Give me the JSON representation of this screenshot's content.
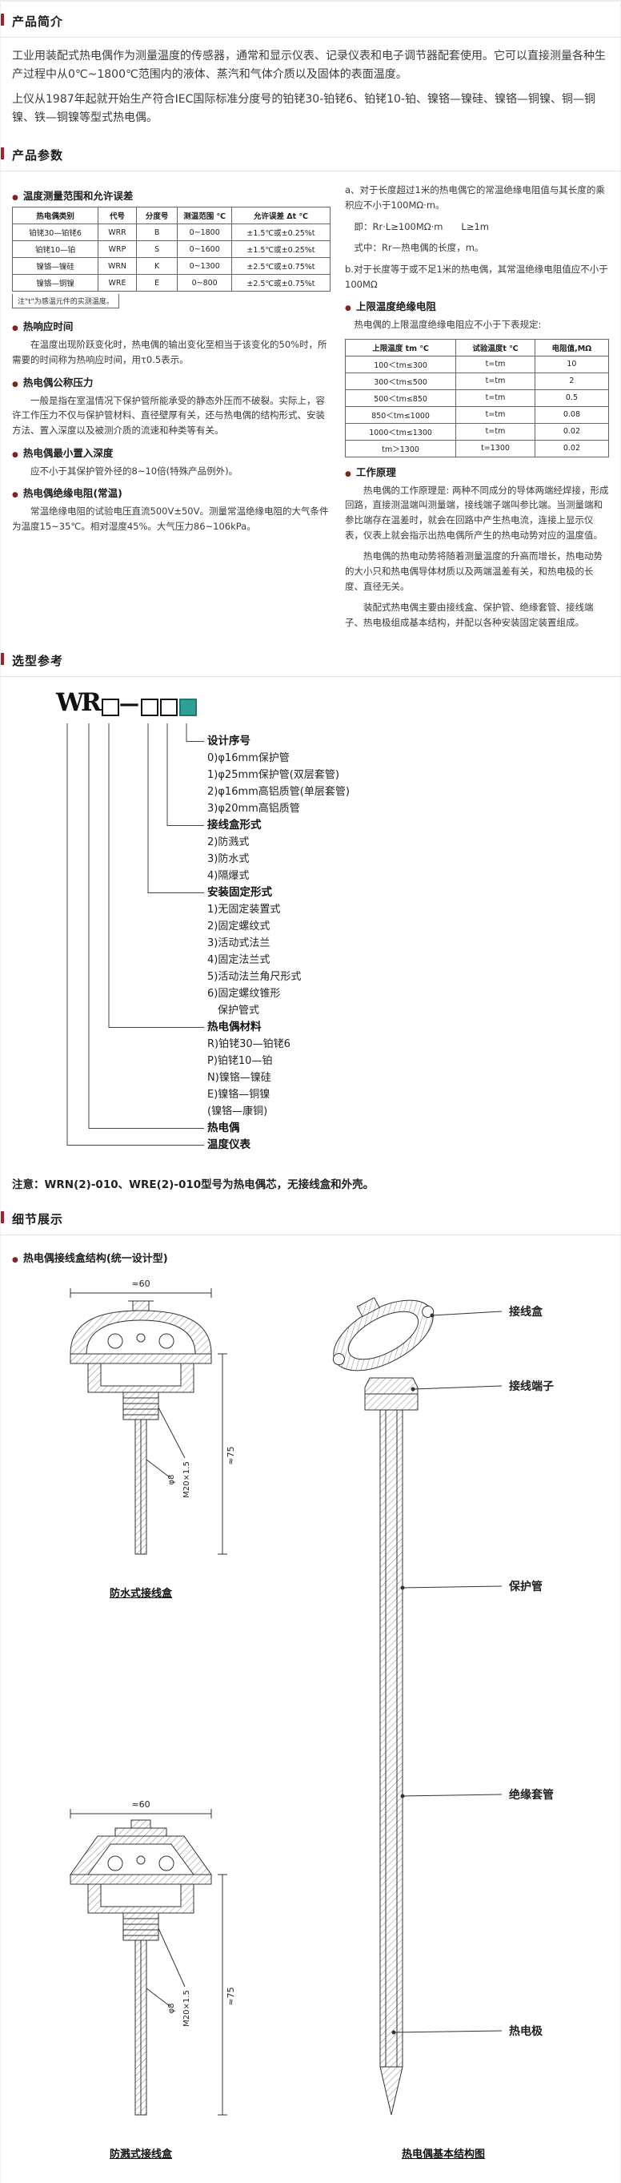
{
  "glyphs": {
    "bullet": "●"
  },
  "sections": {
    "intro": {
      "title": "产品简介",
      "p1": "工业用装配式热电偶作为测量温度的传感器，通常和显示仪表、记录仪表和电子调节器配套使用。它可以直接测量各种生产过程中从0℃~1800℃范围内的液体、蒸汽和气体介质以及固体的表面温度。",
      "p2": "上仪从1987年起就开始生产符合IEC国际标准分度号的铂铑30-铂铑6、铂铑10-铂、镍铬—镍硅、镍铬—铜镍、铜—铜镍、铁—铜镍等型式热电偶。"
    },
    "params": {
      "title": "产品参数",
      "left": {
        "h1": "温度测量范围和允许误差",
        "table1": {
          "headers": [
            "热电偶类别",
            "代号",
            "分度号",
            "测温范围 ℃",
            "允许误差 Δt ℃"
          ],
          "rows": [
            [
              "铂铑30—铂铑6",
              "WRR",
              "B",
              "0~1800",
              "±1.5℃或±0.25%t"
            ],
            [
              "铂铑10—铂",
              "WRP",
              "S",
              "0~1600",
              "±1.5℃或±0.25%t"
            ],
            [
              "镍铬—镍硅",
              "WRN",
              "K",
              "0~1300",
              "±2.5℃或±0.75%t"
            ],
            [
              "镍铬—铜镍",
              "WRE",
              "E",
              "0~800",
              "±2.5℃或±0.75%t"
            ]
          ],
          "note": "注\"t\"为感温元件的实测温度。"
        },
        "h2": "热响应时间",
        "p2": "在温度出现阶跃变化时，热电偶的输出变化至相当于该变化的50%时，所需要的时间称为热响应时间，用τ0.5表示。",
        "h3": "热电偶公称压力",
        "p3": "一般是指在室温情况下保护管所能承受的静态外压而不破裂。实际上，容许工作压力不仅与保护管材料、直径壁厚有关，还与热电偶的结构形式、安装方法、置入深度以及被测介质的流速和种类等有关。",
        "h4": "热电偶最小置入深度",
        "p4": "应不小于其保护管外径的8~10倍(特殊产品例外)。",
        "h5": "热电偶绝缘电阻(常温)",
        "p5": "常温绝缘电阻的试验电压直流500V±50V。测量常温绝缘电阻的大气条件为温度15~35℃。相对湿度45%。大气压力86~106kPa。"
      },
      "right": {
        "pa": "a、对于长度超过1米的热电偶它的常温绝缘电阻值与其长度的乘积应不小于100MΩ·m。",
        "f1": "即：Rr·L≥100MΩ·m　　L≥1m",
        "f2": "式中：Rr—热电偶的长度，m。",
        "pb": "b.对于长度等于或不足1米的热电偶，其常温绝缘电阻值应不小于100MΩ",
        "h1": "上限温度绝缘电阻",
        "p1": "热电偶的上限温度绝缘电阻应不小于下表规定:",
        "table2": {
          "headers": [
            "上限温度 tm ℃",
            "试验温度t ℃",
            "电阻值,MΩ"
          ],
          "rows": [
            [
              "100＜tm≤300",
              "t=tm",
              "10"
            ],
            [
              "300＜tm≤500",
              "t=tm",
              "2"
            ],
            [
              "500＜tm≤850",
              "t=tm",
              "0.5"
            ],
            [
              "850＜tm≤1000",
              "t=tm",
              "0.08"
            ],
            [
              "1000＜tm≤1300",
              "t=tm",
              "0.02"
            ],
            [
              "tm＞1300",
              "t=1300",
              "0.02"
            ]
          ]
        },
        "h2": "工作原理",
        "p2a": "热电偶的工作原理是: 两种不同成分的导体两端经焊接，形成回路，直接测温端叫测量端，接线端子端叫参比端。当测量端和参比端存在温差时，就会在回路中产生热电流，连接上显示仪表，仪表上就会指示出热电偶所产生的热电动势对应的温度值。",
        "p2b": "热电偶的热电动势将随着测量温度的升高而增长，热电动势的大小只和热电偶导体材质以及两端温差有关，和热电极的长度、直径无关。",
        "p2c": "装配式热电偶主要由接线盒、保护管、绝缘套管、接线端子、热电极组成基本结构，并配以各种安装固定装置组成。"
      }
    },
    "selection": {
      "title": "选型参考",
      "model": {
        "w": "W",
        "r": "R",
        "dash": "—"
      },
      "rows": [
        "设计序号",
        "0)φ16mm保护管",
        "1)φ25mm保护管(双层套管)",
        "2)φ16mm高铝质管(单层套管)",
        "3)φ20mm高铝质管",
        "接线盒形式",
        "2)防溅式",
        "3)防水式",
        "4)隔爆式",
        "安装固定形式",
        "1)无固定装置式",
        "2)固定螺纹式",
        "3)活动式法兰",
        "4)固定法兰式",
        "5)活动法兰角尺形式",
        "6)固定螺纹锥形",
        "保护管式",
        "热电偶材料",
        "R)铂铑30—铂铑6",
        "P)铂铑10—铂",
        "N)镍铬—镍硅",
        "E)镍铬—铜镍",
        "(镍铬—康铜)",
        "热电偶",
        "温度仪表"
      ],
      "note": "注意：WRN(2)-010、WRE(2)-010型号为热电偶芯，无接线盒和外壳。"
    },
    "details": {
      "title": "细节展示",
      "subheading": "热电偶接线盒结构(统一设计型)",
      "dims": {
        "w": "≈60",
        "phi": "φ8",
        "thread": "M20×1.5",
        "h": "≈75"
      },
      "fig1_caption": "防水式接线盒",
      "fig2_caption": "防溅式接线盒",
      "fig3_caption": "热电偶基本结构图",
      "callouts": [
        "接线盒",
        "接线端子",
        "保护管",
        "绝缘套管",
        "热电极"
      ]
    }
  }
}
